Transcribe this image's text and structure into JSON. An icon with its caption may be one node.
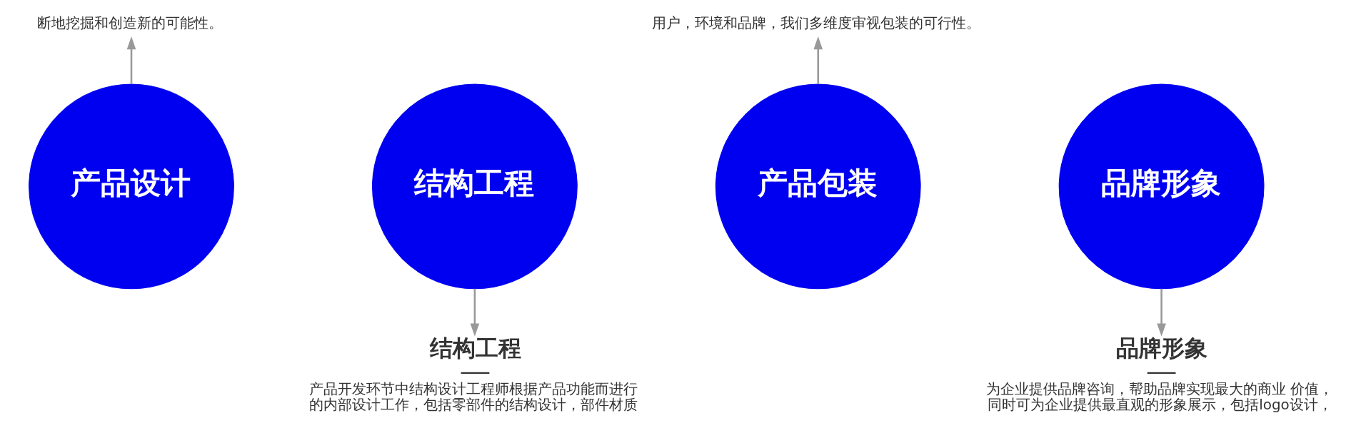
{
  "diagram": {
    "nodes": [
      {
        "text": [
          "断地挖掘和创造新的可能性。"
        ]
      },
      {
        "text": [
          "用户，环境和品牌，我们多维度审视包装的可行性。"
        ]
      },
      {
        "text": [
          "产品设计"
        ]
      },
      {
        "text": [
          "结构工程"
        ]
      },
      {
        "text": [
          "产品包装"
        ]
      },
      {
        "text": [
          "品牌形象"
        ]
      },
      {
        "text": [
          "结构工程",
          "产品开发环节中结构设计工程师根据产品功能而进行的内部设计工作，包括零部件的结构设计，部件材质"
        ]
      },
      {
        "text": [
          "品牌形象",
          "为企业提供品牌咨询，帮助品牌实现最大的商业 价值，同时可为企业提供最直观的形象展示，包括logo设计，"
        ]
      }
    ],
    "edges": [
      {
        "from": 2,
        "to": 0,
        "arrow": "to"
      },
      {
        "from": 3,
        "to": 6,
        "arrow": "to"
      },
      {
        "from": 4,
        "to": 1,
        "arrow": "to"
      },
      {
        "from": 5,
        "to": 7,
        "arrow": "to"
      }
    ]
  }
}
